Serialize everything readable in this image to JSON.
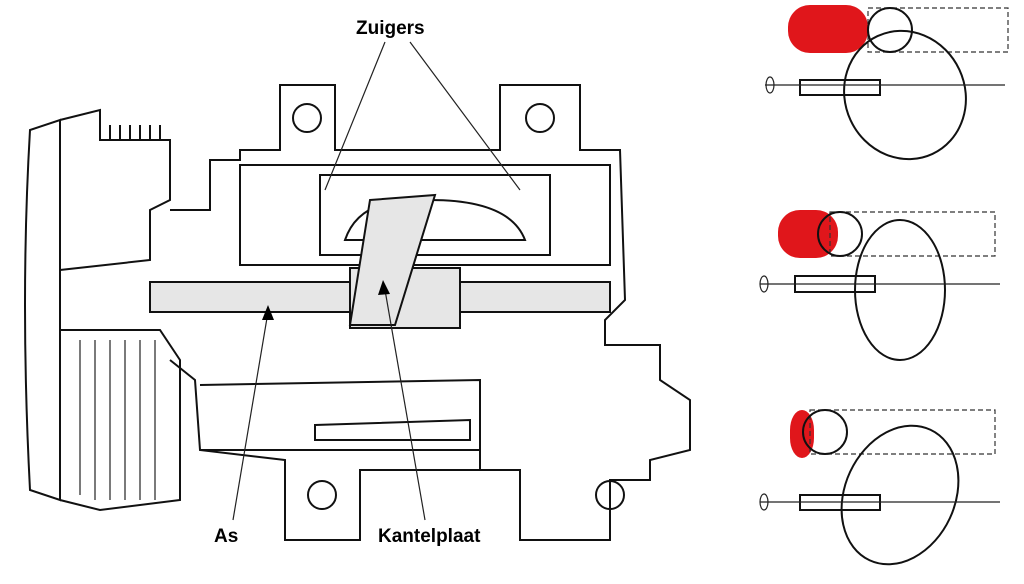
{
  "labels": {
    "pistons": "Zuigers",
    "shaft": "As",
    "swash_plate": "Kantelplaat"
  },
  "colors": {
    "piston_highlight": "#e0161b",
    "line": "#111111"
  }
}
